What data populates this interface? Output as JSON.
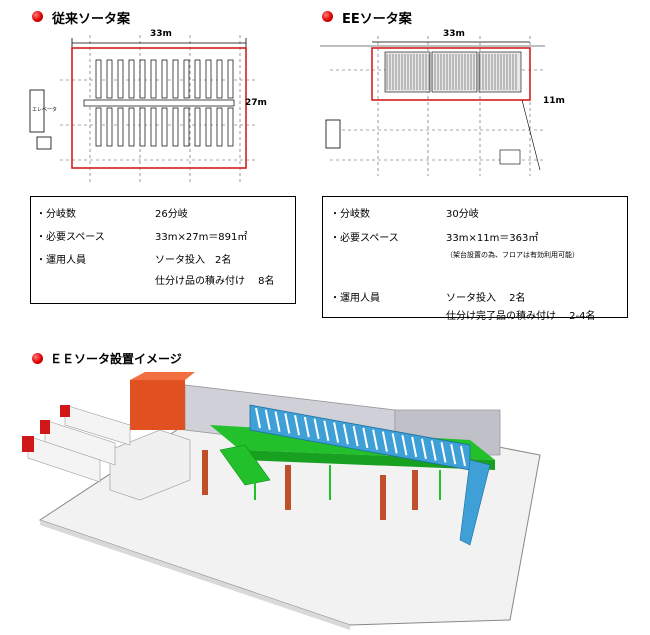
{
  "conventional": {
    "title": "従来ソータ案",
    "width_label": "33m",
    "height_label": "27m",
    "elevator_label": "エレベータ",
    "specs": [
      {
        "label": "・分岐数",
        "value": "26分岐"
      },
      {
        "label": "・必要スペース",
        "value": "33m×27m＝891㎡"
      },
      {
        "label": "・運用人員",
        "value": "ソータ投入　2名"
      }
    ],
    "extra_line": "仕分け品の積み付け　 8名"
  },
  "ee": {
    "title": "EEソータ案",
    "width_label": "33m",
    "height_label": "11m",
    "specs": [
      {
        "label": "・分岐数",
        "value": "30分岐"
      },
      {
        "label": "・必要スペース",
        "value": "33m×11m＝363㎡"
      },
      {
        "label": "・運用人員",
        "value": "ソータ投入　 2名"
      }
    ],
    "note": "（架台設置の為、フロアは有効利用可能）",
    "extra_line": "仕分け完了品の積み付け　 2-4名"
  },
  "image_section": {
    "title": "ＥＥソータ設置イメージ"
  },
  "colors": {
    "accent": "#e00000",
    "frame": "#d42020",
    "conveyor": "#3fa0d8",
    "frame_green": "#22c02a",
    "pillar": "#c0502a",
    "wall": "#c8c8d0"
  }
}
